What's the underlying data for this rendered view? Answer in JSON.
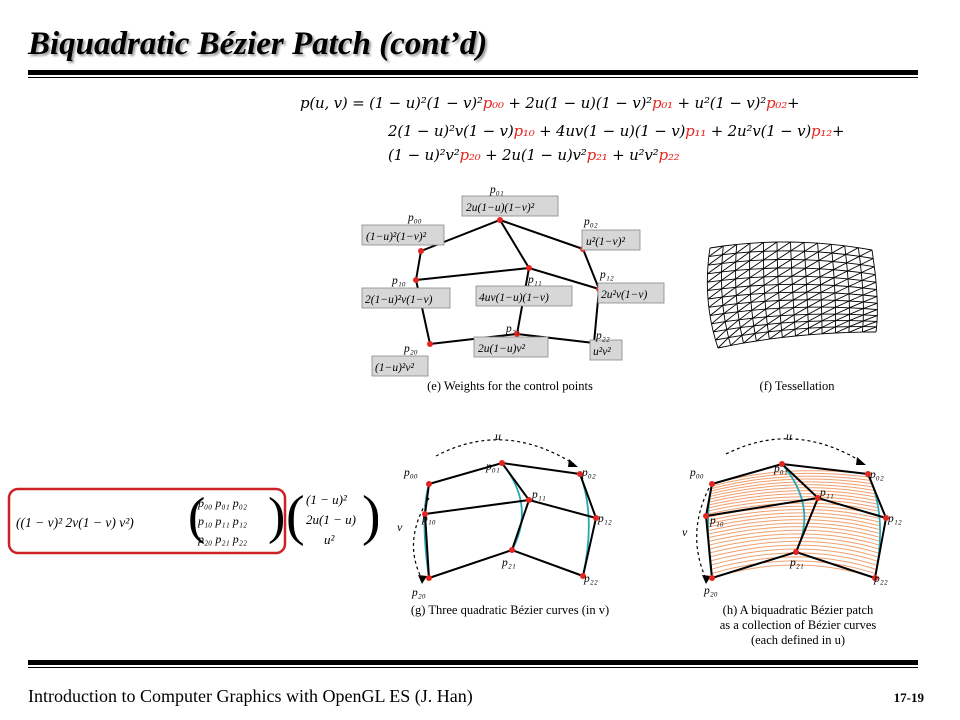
{
  "slide": {
    "title": "Biquadratic Bézier Patch (cont’d)",
    "footer": "Introduction to Computer Graphics with OpenGL ES (J. Han)",
    "page_number": "17-19"
  },
  "equation": {
    "line1": [
      {
        "t": "p(u, v) = (1 − u)²(1 − v)²"
      },
      {
        "t": "p₀₀",
        "red": true
      },
      {
        "t": " + 2u(1 − u)(1 − v)²"
      },
      {
        "t": "p₀₁",
        "red": true
      },
      {
        "t": " + u²(1 − v)²"
      },
      {
        "t": "p₀₂",
        "red": true
      },
      {
        "t": "+"
      }
    ],
    "line2": [
      {
        "t": "2(1 − u)²v(1 − v)"
      },
      {
        "t": "p₁₀",
        "red": true
      },
      {
        "t": " + 4uv(1 − u)(1 − v)"
      },
      {
        "t": "p₁₁",
        "red": true
      },
      {
        "t": " + 2u²v(1 − v)"
      },
      {
        "t": "p₁₂",
        "red": true
      },
      {
        "t": "+"
      }
    ],
    "line3": [
      {
        "t": "(1 − u)²v²"
      },
      {
        "t": "p₂₀",
        "red": true
      },
      {
        "t": " + 2u(1 − u)v²"
      },
      {
        "t": "p₂₁",
        "red": true
      },
      {
        "t": " + u²v²"
      },
      {
        "t": "p₂₂",
        "red": true
      }
    ]
  },
  "matrix_eq": {
    "row_vector": "((1 − v)²  2v(1 − v)  v²)",
    "rows": [
      "p₀₀ p₀₁ p₀₂",
      "p₁₀ p₁₁ p₁₂",
      "p₂₀ p₂₁ p₂₂"
    ],
    "col_vector": [
      "(1 − u)²",
      "2u(1 − u)",
      "u²"
    ],
    "box_color": "#cc2127"
  },
  "fig_e": {
    "caption": "(e) Weights for the control points",
    "labels": {
      "p00": "p₀₀",
      "p01": "p₀₁",
      "p02": "p₀₂",
      "p10": "p₁₀",
      "p11": "p₁₁",
      "p12": "p₁₂",
      "p20": "p₂₀",
      "p21": "p₂₁",
      "p22": "p₂₂"
    },
    "weights": {
      "w00": "(1−u)²(1−v)²",
      "w01": "2u(1−u)(1−v)²",
      "w02": "u²(1−v)²",
      "w10": "2(1−u)²v(1−v)",
      "w11": "4uv(1−u)(1−v)",
      "w12": "2u²v(1−v)",
      "w20": "(1−u)²v²",
      "w21": "2u(1−u)v²",
      "w22": "u²v²"
    }
  },
  "fig_f": {
    "caption": "(f) Tessellation"
  },
  "fig_g": {
    "caption": "(g) Three quadratic Bézier curves (in v)",
    "u_label": "u",
    "v_label": "v"
  },
  "fig_h": {
    "caption_lines": [
      "(h) A biquadratic Bézier patch",
      "as a collection of Bézier curves",
      "(each defined in u)"
    ],
    "u_label": "u",
    "v_label": "v"
  },
  "colors": {
    "point": "#e3261f",
    "curve": "#2aa7b4",
    "patch_lines": "#f0a070"
  }
}
